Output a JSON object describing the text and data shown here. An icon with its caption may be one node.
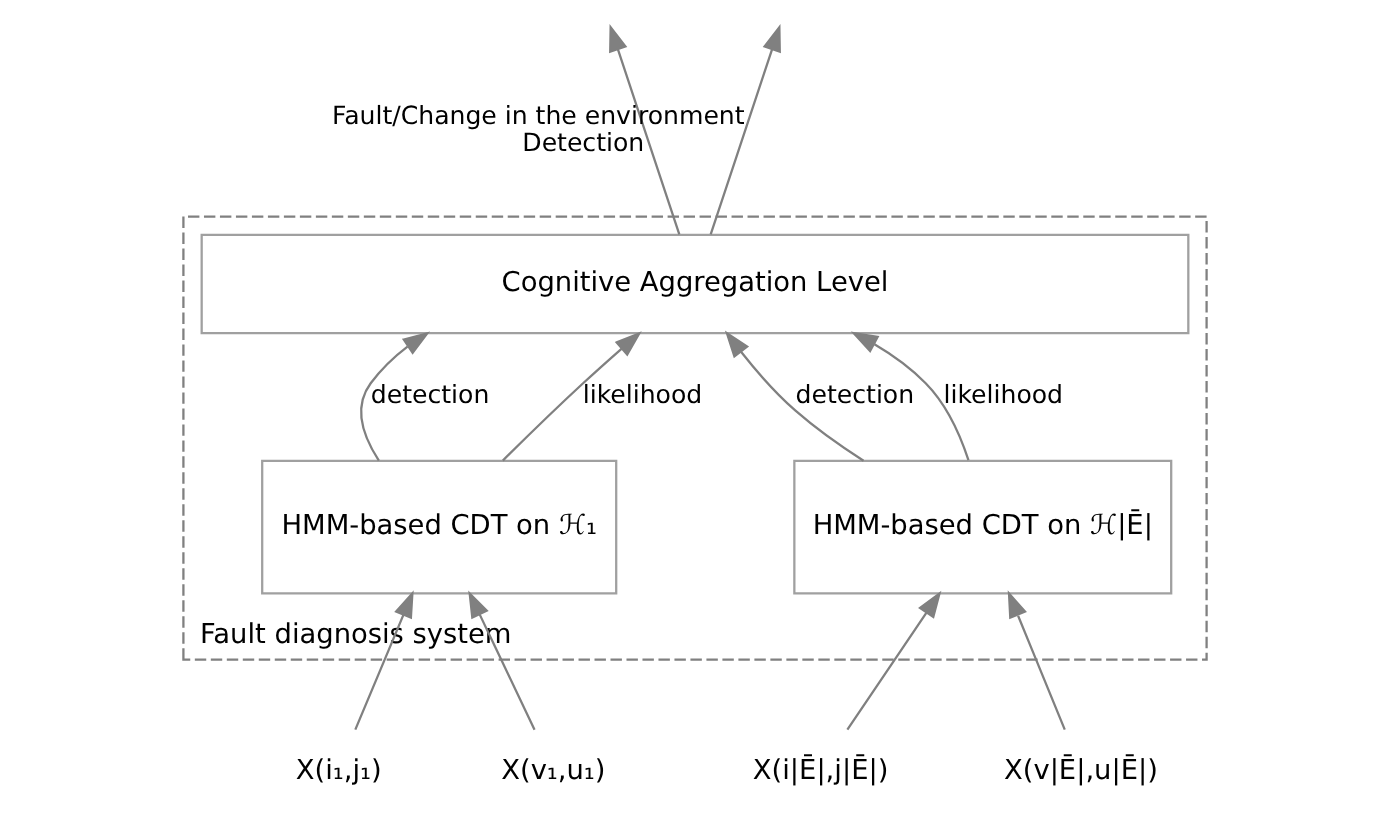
{
  "diagram": {
    "nodes": [
      {
        "text": [
          "Fault diagnosis system"
        ]
      },
      {
        "text": [
          "Cognitive Aggregation Level"
        ],
        "in": 0
      },
      {
        "text": [
          "HMM-based CDT on ℋ₁"
        ],
        "in": 0
      },
      {
        "text": [
          "HMM-based CDT on ℋ|Ē|"
        ],
        "in": 0
      },
      {
        "text": [
          "X(i₁,j₁)"
        ]
      },
      {
        "text": [
          "X(v₁,u₁)"
        ]
      },
      {
        "text": [
          "X(i|Ē|,j|Ē|)"
        ]
      },
      {
        "text": [
          "X(v|Ē|,u|Ē|)"
        ]
      }
    ],
    "edges": [
      {
        "from": 4,
        "to": 2,
        "arrow": "to"
      },
      {
        "from": 5,
        "to": 2,
        "arrow": "to"
      },
      {
        "from": 6,
        "to": 3,
        "arrow": "to"
      },
      {
        "from": 7,
        "to": 3,
        "arrow": "to"
      },
      {
        "from": 2,
        "to": 1,
        "arrow": "to",
        "label": "detection"
      },
      {
        "from": 2,
        "to": 1,
        "arrow": "to",
        "label": "likelihood"
      },
      {
        "from": 3,
        "to": 1,
        "arrow": "to",
        "label": "detection"
      },
      {
        "from": 3,
        "to": 1,
        "arrow": "to",
        "label": "likelihood"
      },
      {
        "from": 1,
        "to": null,
        "arrow": "to",
        "label": "Detection"
      },
      {
        "from": 1,
        "to": null,
        "arrow": "to",
        "label": "Fault/Change in the environment"
      }
    ]
  }
}
